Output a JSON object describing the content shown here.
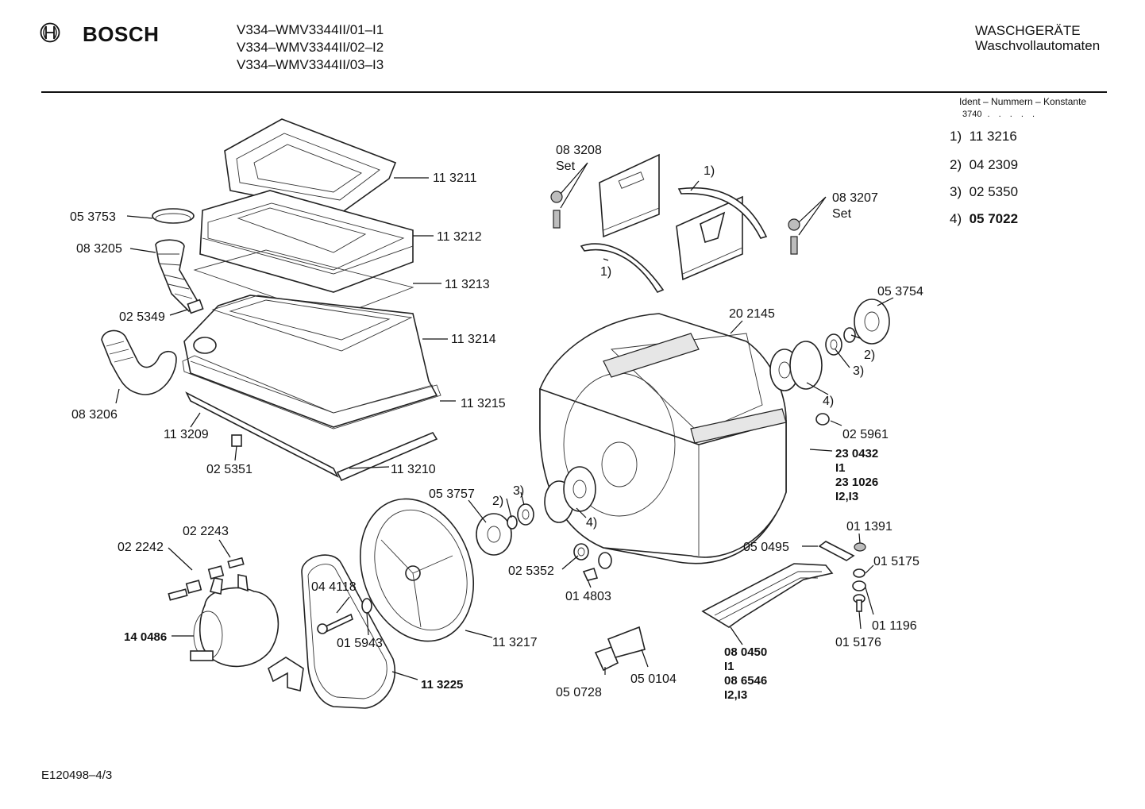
{
  "header": {
    "brand": "BOSCH",
    "models": [
      "V334–WMV3344II/01–I1",
      "V334–WMV3344II/02–I2",
      "V334–WMV3344II/03–I3"
    ],
    "category": "WASCHGERÄTE",
    "subcategory": "Waschvollautomaten"
  },
  "constants": {
    "title": "Ident – Nummern – Konstante",
    "prefix": "3740",
    "items": [
      {
        "key": "1)",
        "value": "11 3216",
        "bold": false
      },
      {
        "key": "2)",
        "value": "04 2309",
        "bold": false
      },
      {
        "key": "3)",
        "value": "02 5350",
        "bold": false
      },
      {
        "key": "4)",
        "value": "05 7022",
        "bold": true
      }
    ]
  },
  "footer": {
    "code": "E120498–4/3"
  },
  "labels": {
    "p113211": "11 3211",
    "p113212": "11 3212",
    "p113213": "11 3213",
    "p113214": "11 3214",
    "p113215": "11 3215",
    "p113209": "11 3209",
    "p113210": "11 3210",
    "p025351": "02 5351",
    "p053753": "05 3753",
    "p083205": "08 3205",
    "p025349": "02 5349",
    "p083206": "08 3206",
    "p083208": "08 3208",
    "set1": "Set",
    "p083207": "08 3207",
    "set2": "Set",
    "ref1a": "1)",
    "ref1b": "1)",
    "p202145": "20 2145",
    "p053754": "05 3754",
    "ref2a": "2)",
    "ref3a": "3)",
    "ref4a": "4)",
    "p025961": "02 5961",
    "p230432": "23 0432",
    "i1a": "I1",
    "p231026": "23 1026",
    "i23a": "I2,I3",
    "p053757": "05 3757",
    "ref2b": "2)",
    "ref3b": "3)",
    "ref4b": "4)",
    "p022242": "02 2242",
    "p022243": "02 2243",
    "p044118": "04 4118",
    "p015943": "01 5943",
    "p140486": "14 0486",
    "p113217": "11 3217",
    "p113225": "11 3225",
    "p025352": "02 5352",
    "p014803": "01 4803",
    "p050728": "05 0728",
    "p050104": "05 0104",
    "p011391": "01 1391",
    "p050495": "05 0495",
    "p015175": "01 5175",
    "p011196": "01 1196",
    "p015176": "01 5176",
    "p080450": "08 0450",
    "i1b": "I1",
    "p086546": "08 6546",
    "i23b": "I2,I3"
  }
}
